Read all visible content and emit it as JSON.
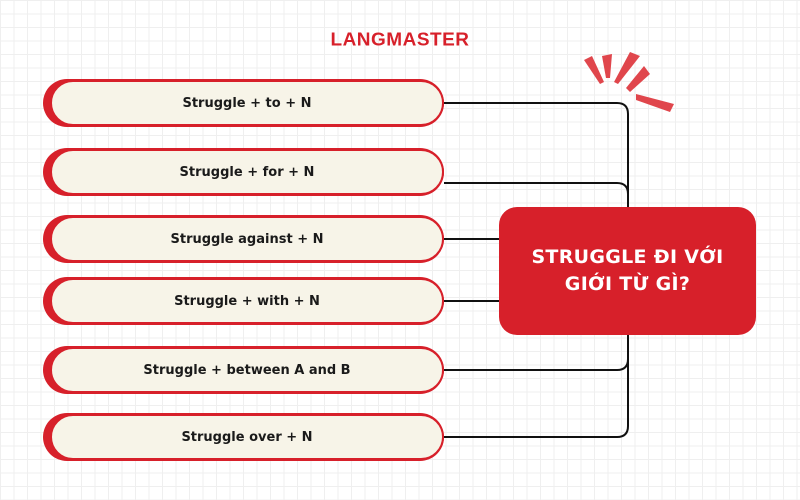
{
  "brand": {
    "logo_text": "LANGMASTER",
    "color": "#d7202a"
  },
  "central_node": {
    "line1": "STRUGGLE ĐI VỚI",
    "line2": "GIỚI TỪ GÌ?",
    "color": "#d7202a"
  },
  "branches": [
    {
      "label": "Struggle + to + N"
    },
    {
      "label": "Struggle + for + N"
    },
    {
      "label": "Struggle against + N"
    },
    {
      "label": "Struggle + with + N"
    },
    {
      "label": "Struggle + between A and B"
    },
    {
      "label": "Struggle over + N"
    }
  ],
  "colors": {
    "pill_fill": "#f7f4e8",
    "accent": "#d7202a",
    "line": "#111111",
    "grid": "#efefef"
  }
}
